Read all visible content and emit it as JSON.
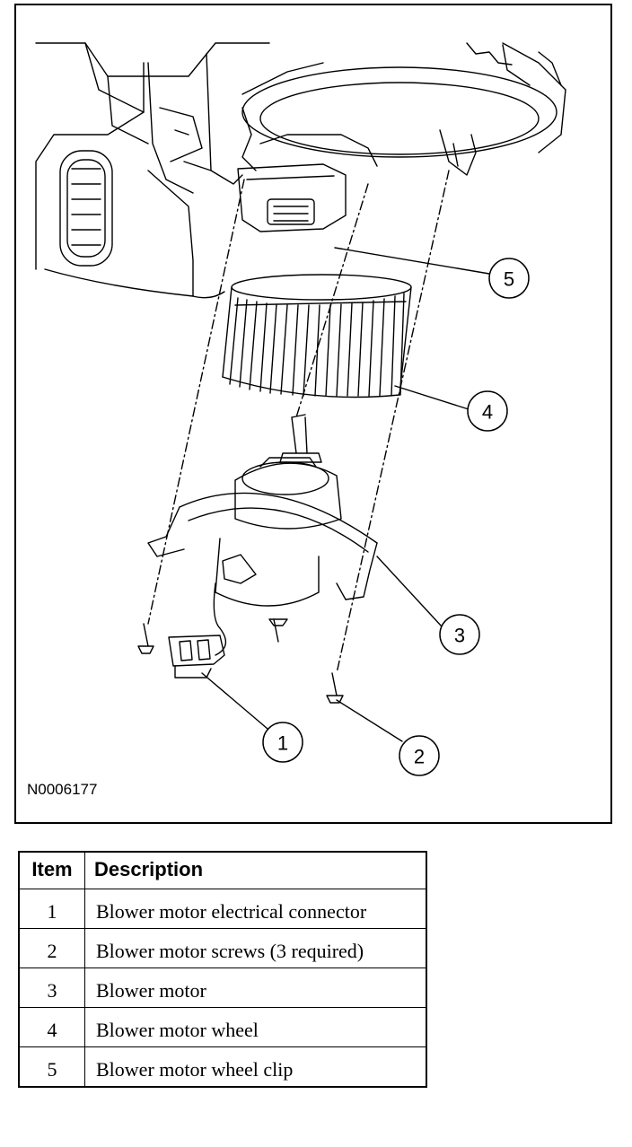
{
  "figure": {
    "id": "N0006177",
    "callouts": [
      "1",
      "2",
      "3",
      "4",
      "5"
    ]
  },
  "legend": {
    "headers": {
      "item": "Item",
      "description": "Description"
    },
    "rows": [
      {
        "item": "1",
        "description": "Blower motor electrical connector"
      },
      {
        "item": "2",
        "description": "Blower motor screws (3 required)"
      },
      {
        "item": "3",
        "description": "Blower motor"
      },
      {
        "item": "4",
        "description": "Blower motor wheel"
      },
      {
        "item": "5",
        "description": "Blower motor wheel clip"
      }
    ]
  }
}
